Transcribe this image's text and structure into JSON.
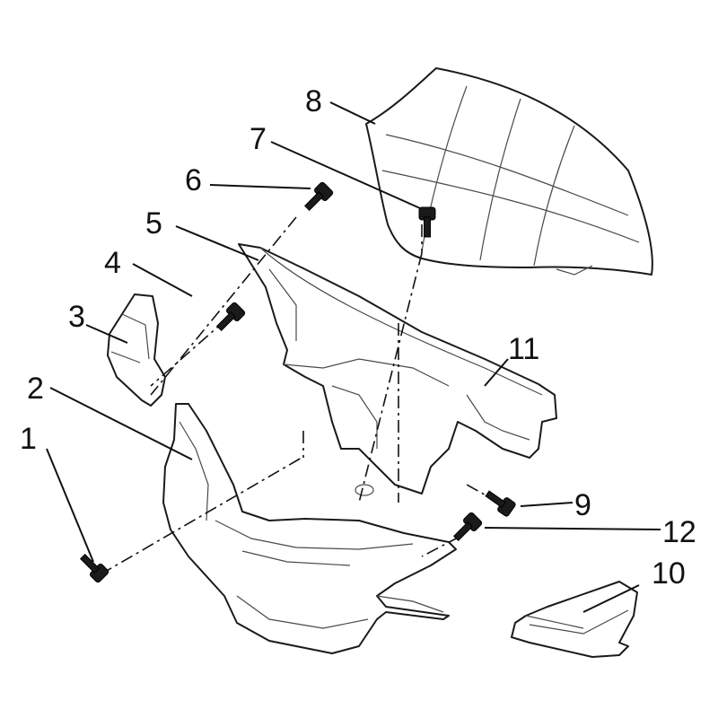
{
  "diagram": {
    "type": "exploded-parts-view",
    "callouts": [
      {
        "number": "1",
        "part": "bolt"
      },
      {
        "number": "2",
        "part": "lower-front-cowl"
      },
      {
        "number": "3",
        "part": "side-panel"
      },
      {
        "number": "4",
        "part": "bolt"
      },
      {
        "number": "5",
        "part": "upper-cowl-frame"
      },
      {
        "number": "6",
        "part": "bolt"
      },
      {
        "number": "7",
        "part": "bolt"
      },
      {
        "number": "8",
        "part": "windscreen"
      },
      {
        "number": "9",
        "part": "bolt"
      },
      {
        "number": "10",
        "part": "side-cover"
      },
      {
        "number": "11",
        "part": "cowl-inner-bracket"
      },
      {
        "number": "12",
        "part": "bolt"
      }
    ]
  }
}
